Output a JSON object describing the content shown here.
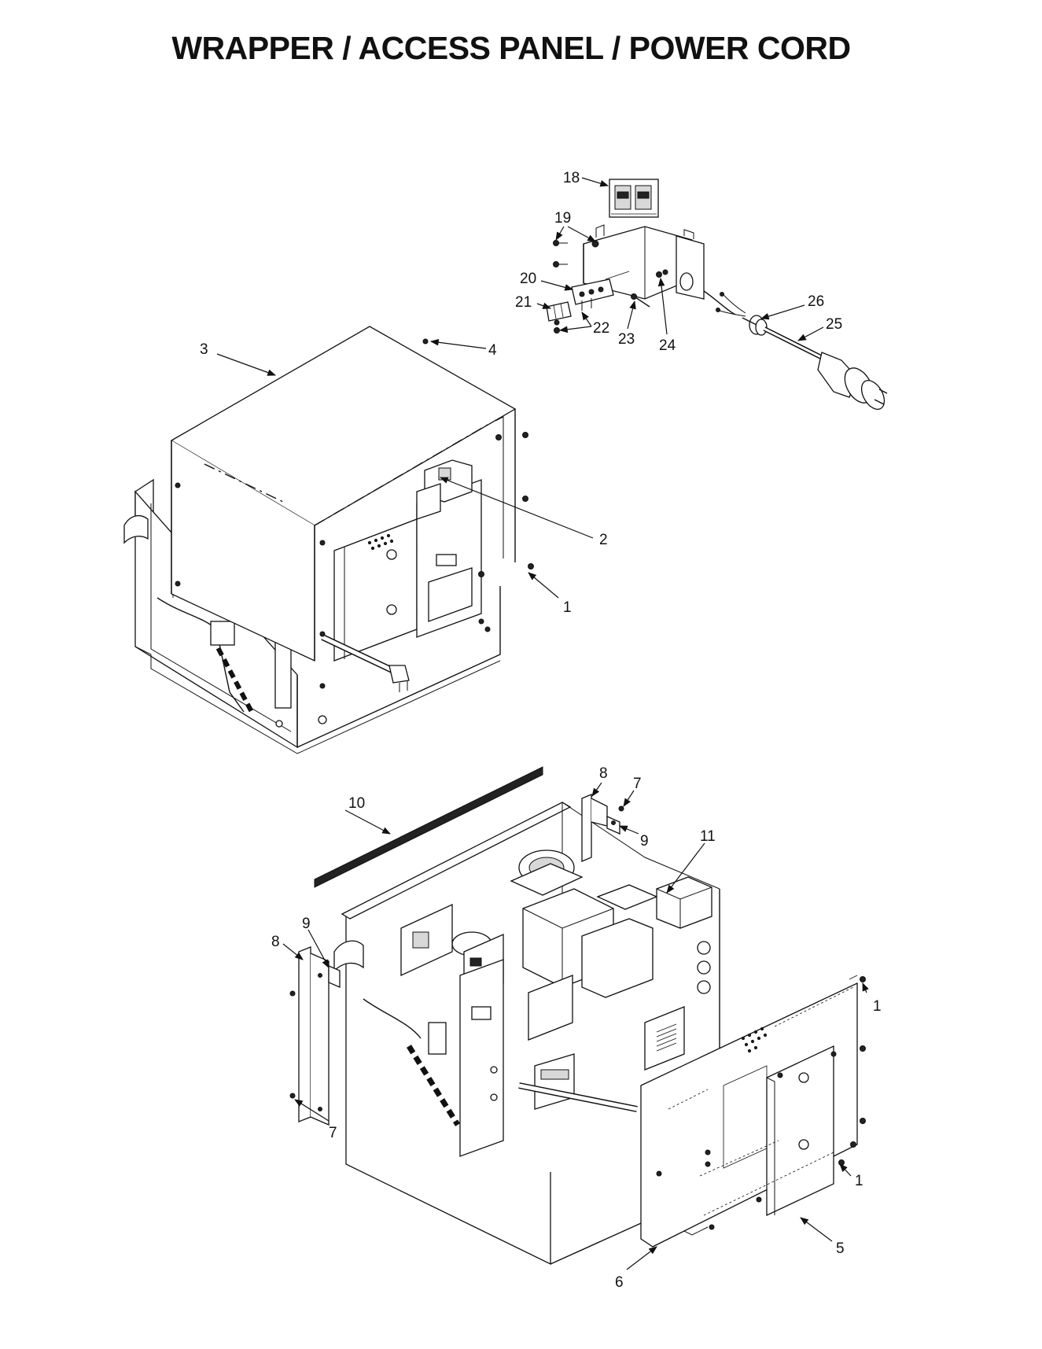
{
  "title": "WRAPPER / ACCESS PANEL / POWER CORD",
  "callouts": {
    "c1a": "1",
    "c1b": "1",
    "c1c": "1",
    "c2": "2",
    "c3": "3",
    "c4": "4",
    "c5": "5",
    "c6": "6",
    "c7a": "7",
    "c7b": "7",
    "c8a": "8",
    "c8b": "8",
    "c9a": "9",
    "c9b": "9",
    "c10": "10",
    "c11": "11",
    "c18": "18",
    "c19": "19",
    "c20": "20",
    "c21": "21",
    "c22": "22",
    "c23": "23",
    "c24": "24",
    "c25": "25",
    "c26": "26"
  }
}
